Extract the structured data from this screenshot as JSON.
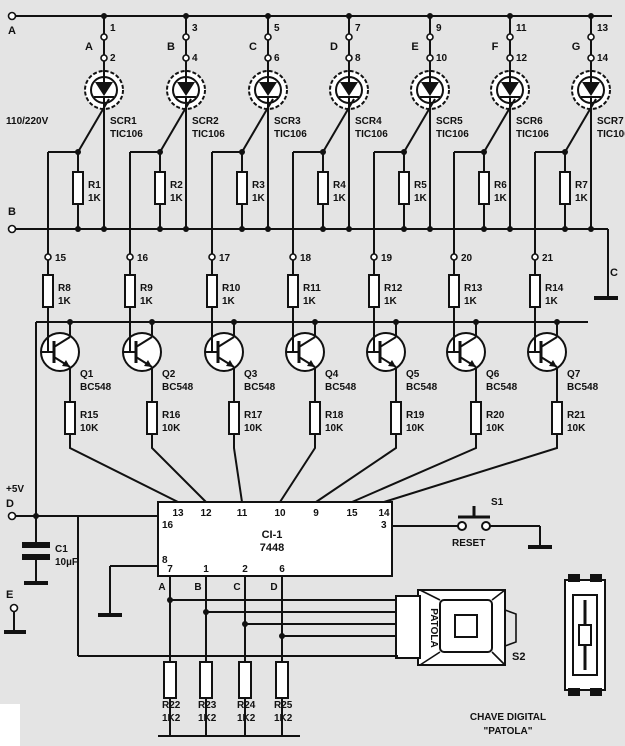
{
  "nodes": {
    "A": "A",
    "B": "B",
    "C": "C",
    "D": "D",
    "E": "E"
  },
  "supply_label": "110/220V",
  "vcc_label": "+5V",
  "channels": [
    {
      "letter": "A",
      "tp_a": "1",
      "tp_k": "2",
      "scr": "SCR1",
      "gate_r": "R1",
      "gate_r_val": "1K",
      "node": "15",
      "base_r": "R8",
      "base_r_val": "1K",
      "q": "Q1",
      "q_type": "BC548",
      "em_r": "R15",
      "em_r_val": "10K"
    },
    {
      "letter": "B",
      "tp_a": "3",
      "tp_k": "4",
      "scr": "SCR2",
      "gate_r": "R2",
      "gate_r_val": "1K",
      "node": "16",
      "base_r": "R9",
      "base_r_val": "1K",
      "q": "Q2",
      "q_type": "BC548",
      "em_r": "R16",
      "em_r_val": "10K"
    },
    {
      "letter": "C",
      "tp_a": "5",
      "tp_k": "6",
      "scr": "SCR3",
      "gate_r": "R3",
      "gate_r_val": "1K",
      "node": "17",
      "base_r": "R10",
      "base_r_val": "1K",
      "q": "Q3",
      "q_type": "BC548",
      "em_r": "R17",
      "em_r_val": "10K"
    },
    {
      "letter": "D",
      "tp_a": "7",
      "tp_k": "8",
      "scr": "SCR4",
      "gate_r": "R4",
      "gate_r_val": "1K",
      "node": "18",
      "base_r": "R11",
      "base_r_val": "1K",
      "q": "Q4",
      "q_type": "BC548",
      "em_r": "R18",
      "em_r_val": "10K"
    },
    {
      "letter": "E",
      "tp_a": "9",
      "tp_k": "10",
      "scr": "SCR5",
      "gate_r": "R5",
      "gate_r_val": "1K",
      "node": "19",
      "base_r": "R12",
      "base_r_val": "1K",
      "q": "Q5",
      "q_type": "BC548",
      "em_r": "R19",
      "em_r_val": "10K"
    },
    {
      "letter": "F",
      "tp_a": "11",
      "tp_k": "12",
      "scr": "SCR6",
      "gate_r": "R6",
      "gate_r_val": "1K",
      "node": "20",
      "base_r": "R13",
      "base_r_val": "1K",
      "q": "Q6",
      "q_type": "BC548",
      "em_r": "R20",
      "em_r_val": "10K"
    },
    {
      "letter": "G",
      "tp_a": "13",
      "tp_k": "14",
      "scr": "SCR7",
      "gate_r": "R7",
      "gate_r_val": "1K",
      "node": "21",
      "base_r": "R14",
      "base_r_val": "1K",
      "q": "Q7",
      "q_type": "BC548",
      "em_r": "R21",
      "em_r_val": "10K"
    }
  ],
  "scr_type": "TIC106",
  "ic": {
    "name": "CI-1",
    "part": "7448",
    "top_pins": [
      "13",
      "12",
      "11",
      "10",
      "9",
      "15",
      "14"
    ],
    "pin16": "16",
    "pin3": "3",
    "pin8": "8",
    "bottom_pins": [
      "7",
      "1",
      "2",
      "6"
    ],
    "input_letters": [
      "A",
      "B",
      "C",
      "D"
    ]
  },
  "c1": {
    "name": "C1",
    "value": "10µF"
  },
  "switch": {
    "name": "S1",
    "label": "RESET"
  },
  "pulldowns": [
    {
      "name": "R22",
      "value": "1K2"
    },
    {
      "name": "R23",
      "value": "1K2"
    },
    {
      "name": "R24",
      "value": "1K2"
    },
    {
      "name": "R25",
      "value": "1K2"
    }
  ],
  "thumbwheel": {
    "name": "S2",
    "brand": "PATOLA",
    "caption_line1": "CHAVE DIGITAL",
    "caption_line2": "\"PATOLA\""
  }
}
